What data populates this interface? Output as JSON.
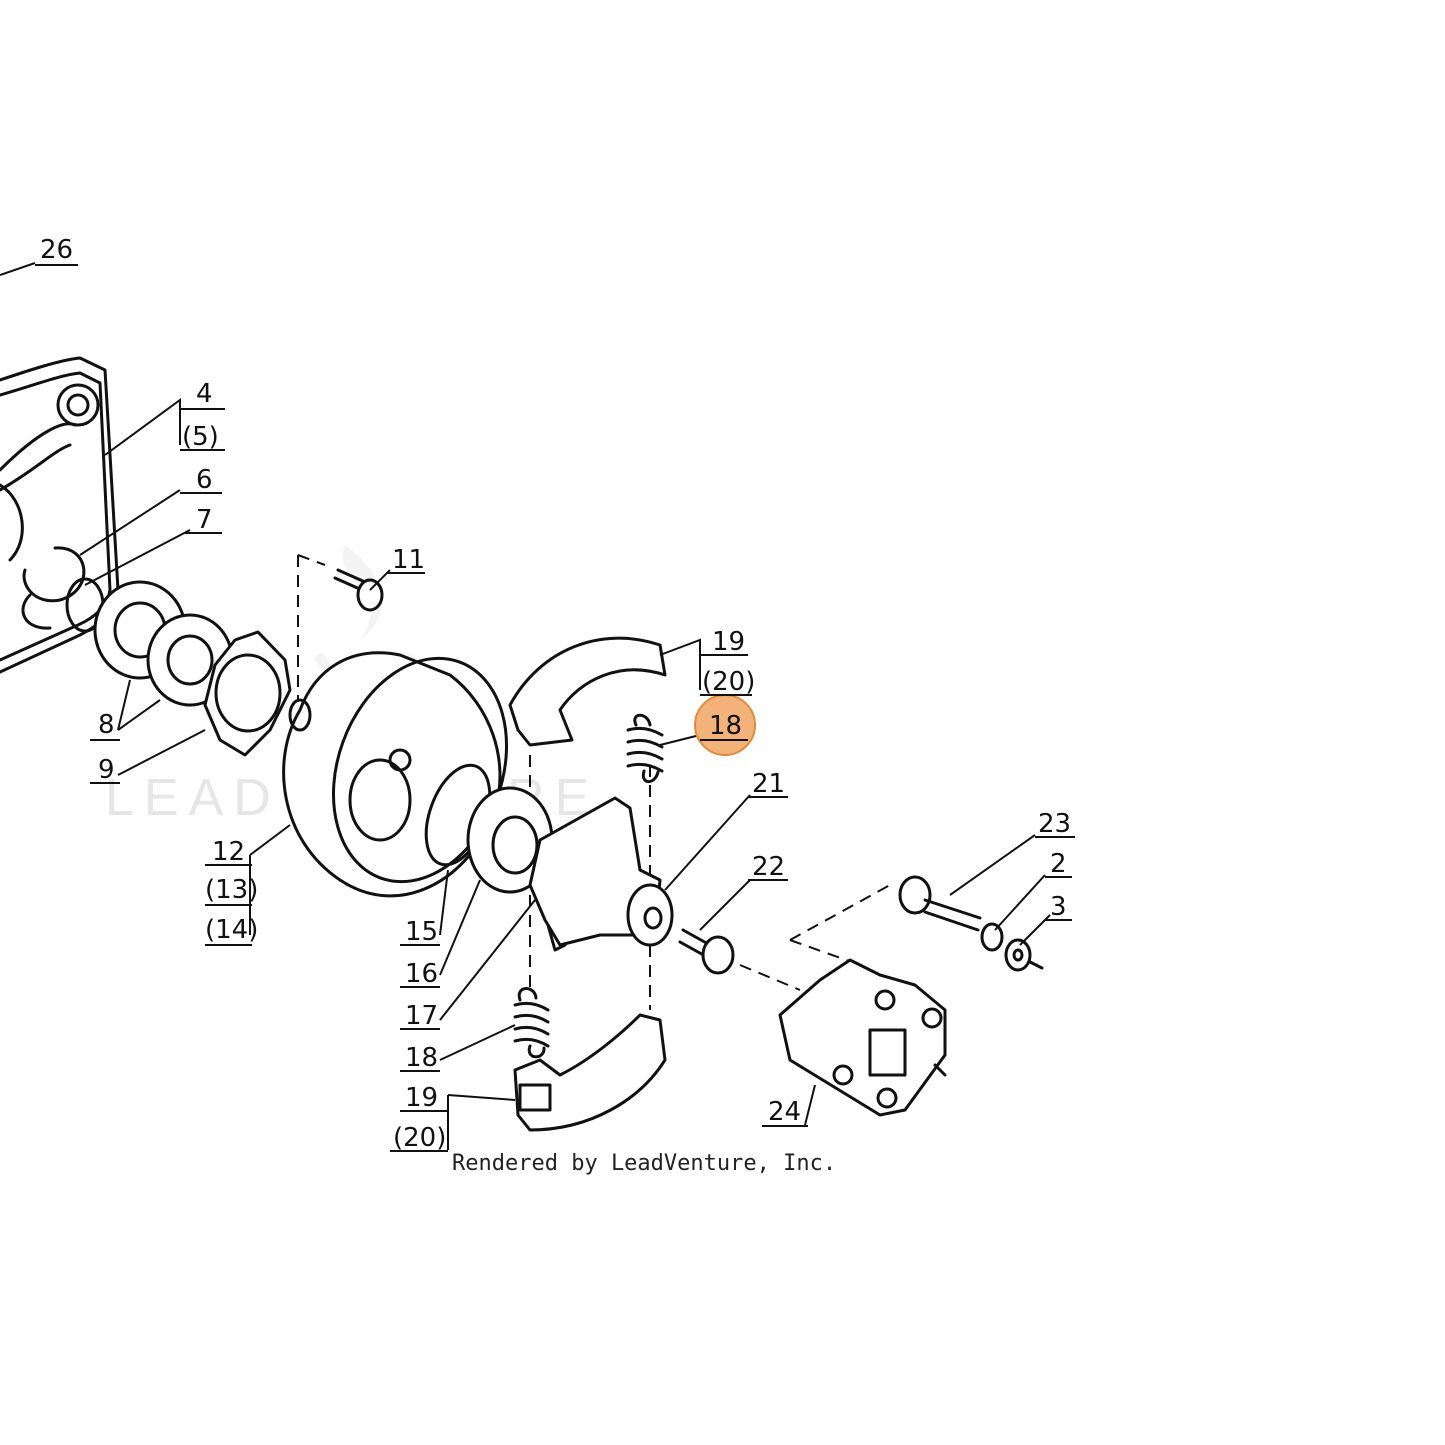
{
  "diagram": {
    "highlight_color": "#f3b27a",
    "highlight_stroke": "#e08a3c",
    "callouts": {
      "c26": "26",
      "c4": "4",
      "c5": "(5)",
      "c6": "6",
      "c7": "7",
      "c8": "8",
      "c9": "9",
      "c11": "11",
      "c12": "12",
      "c13": "(13)",
      "c14": "(14)",
      "c15": "15",
      "c16": "16",
      "c17": "17",
      "c18_top": "18",
      "c18_bottom": "18",
      "c19_top": "19",
      "c20_top": "(20)",
      "c19_bottom": "19",
      "c20_bottom": "(20)",
      "c21": "21",
      "c22": "22",
      "c23": "23",
      "c2": "2",
      "c3": "3",
      "c24": "24"
    },
    "credit": "Rendered by LeadVenture, Inc.",
    "watermark": "LEADVENTURE"
  }
}
